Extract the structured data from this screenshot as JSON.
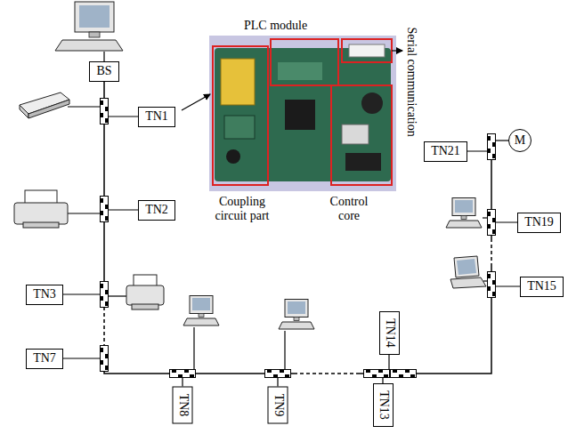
{
  "diagram": {
    "nodes": [
      {
        "text": [
          "BS"
        ]
      },
      {
        "text": [
          "TN1"
        ]
      },
      {
        "text": [
          "TN2"
        ]
      },
      {
        "text": [
          "TN3"
        ]
      },
      {
        "text": [
          "TN7"
        ]
      },
      {
        "text": [
          "TN8"
        ]
      },
      {
        "text": [
          "TN9"
        ]
      },
      {
        "text": [
          "TN13"
        ]
      },
      {
        "text": [
          "TN14"
        ]
      },
      {
        "text": [
          "TN15"
        ]
      },
      {
        "text": [
          "TN19"
        ]
      },
      {
        "text": [
          "TN21"
        ]
      },
      {
        "text": [
          "M"
        ]
      }
    ],
    "labels": [
      "PLC module",
      "Serial communication",
      "Coupling circuit part",
      "Control core"
    ]
  }
}
